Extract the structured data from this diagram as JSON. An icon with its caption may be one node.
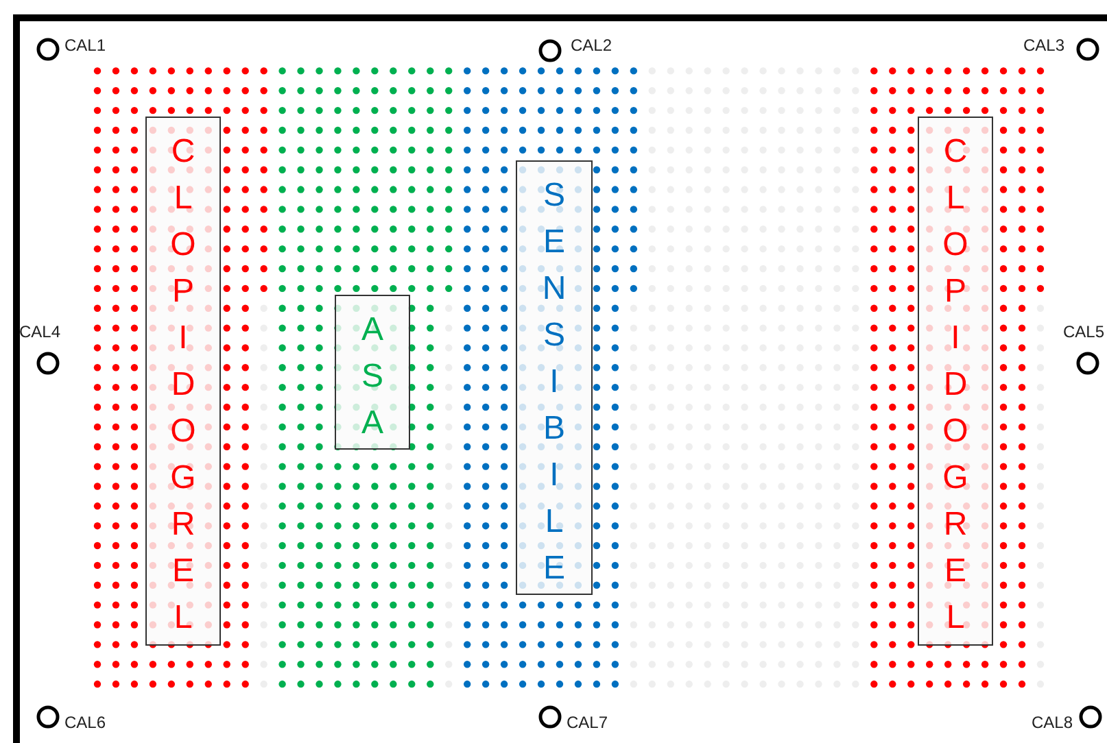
{
  "diagram": {
    "nodes": [
      {
        "text": [
          "CLOPIDOGREL"
        ]
      },
      {
        "text": [
          "ASA"
        ]
      },
      {
        "text": [
          "SENSIBILE"
        ]
      },
      {
        "text": [
          "CLOPIDOGREL"
        ]
      }
    ],
    "labels": [
      "CAL1",
      "CAL2",
      "CAL3",
      "CAL4",
      "CAL5",
      "CAL6",
      "CAL7",
      "CAL8"
    ]
  }
}
